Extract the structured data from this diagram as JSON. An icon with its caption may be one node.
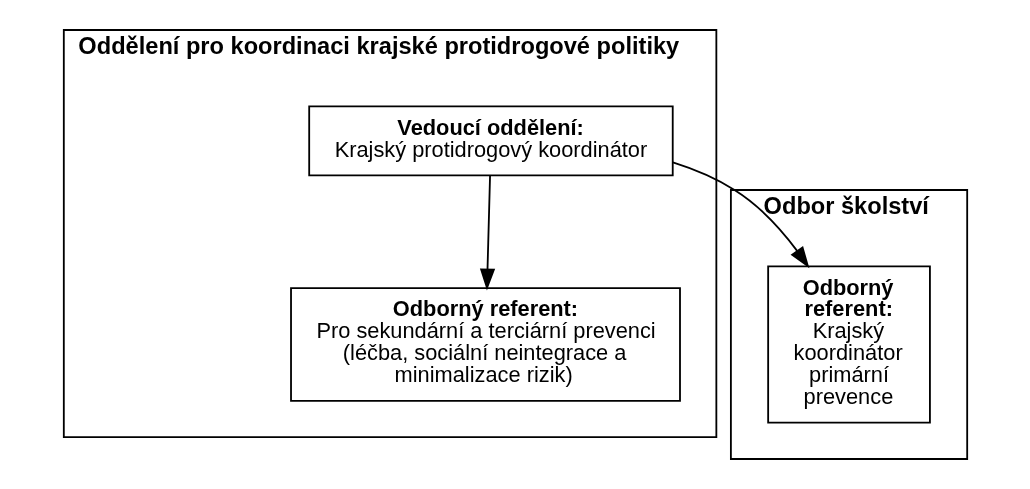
{
  "diagram": {
    "nodes": [
      {
        "text": [
          "Odbor školství"
        ]
      },
      {
        "text": [
          "Odborný referent:",
          "Krajský koordinátor primární prevence"
        ],
        "in": 0
      },
      {
        "text": [
          "Oddělení pro koordinaci krajské protidrogové politiky"
        ]
      },
      {
        "text": [
          "Vedoucí oddělení:",
          "Krajský protidrogový koordinátor"
        ],
        "in": 2
      },
      {
        "text": [
          "Odborný referent:",
          "Pro sekundární a terciární prevenci (léčba, sociální neintegrace a minimalizace rizik)"
        ],
        "in": 2
      }
    ],
    "edges": [
      {
        "from": 3,
        "to": 1,
        "arrow": "to"
      },
      {
        "from": 3,
        "to": 4,
        "arrow": "to"
      }
    ]
  }
}
